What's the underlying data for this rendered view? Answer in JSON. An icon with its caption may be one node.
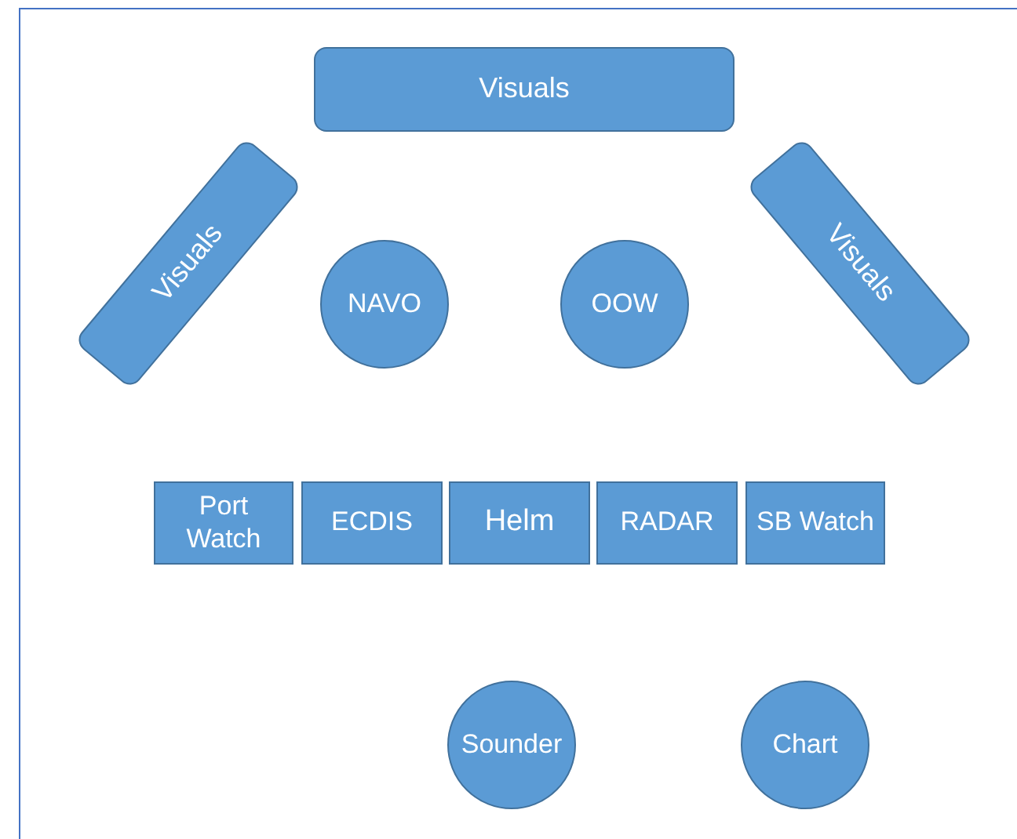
{
  "diagram": {
    "nodes": [
      {
        "text": [
          "Visuals"
        ]
      },
      {
        "text": [
          "Visuals"
        ]
      },
      {
        "text": [
          "Visuals"
        ]
      },
      {
        "text": [
          "NAVO"
        ]
      },
      {
        "text": [
          "OOW"
        ]
      },
      {
        "text": [
          "Port Watch"
        ]
      },
      {
        "text": [
          "ECDIS"
        ]
      },
      {
        "text": [
          "Helm"
        ]
      },
      {
        "text": [
          "RADAR"
        ]
      },
      {
        "text": [
          "SB Watch"
        ]
      },
      {
        "text": [
          "Sounder"
        ]
      },
      {
        "text": [
          "Chart"
        ]
      }
    ]
  }
}
